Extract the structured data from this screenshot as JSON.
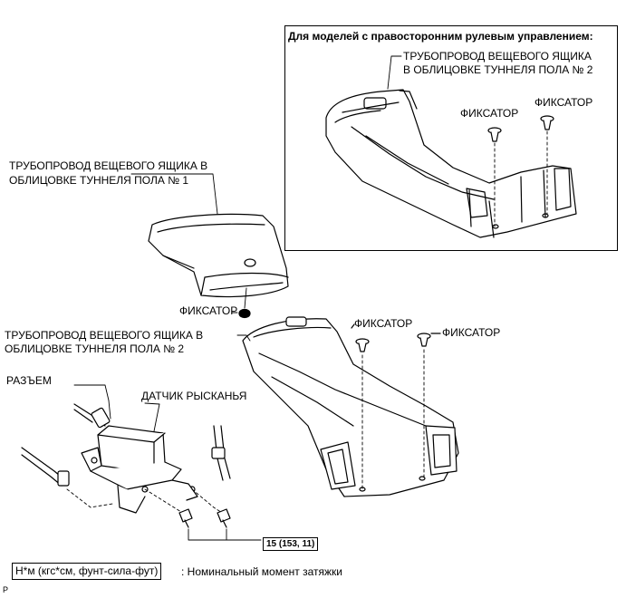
{
  "inset": {
    "title": "Для моделей с правосторонним рулевым управлением:",
    "duct_line1": "ТРУБОПРОВОД ВЕЩЕВОГО ЯЩИКА",
    "duct_line2": "В ОБЛИЦОВКЕ ТУННЕЛЯ ПОЛА № 2",
    "clip_left": "ФИКСАТОР",
    "clip_right": "ФИКСАТОР"
  },
  "main": {
    "duct1_line1": "ТРУБОПРОВОД ВЕЩЕВОГО ЯЩИКА В",
    "duct1_line2": "ОБЛИЦОВКЕ ТУННЕЛЯ ПОЛА № 1",
    "clip_center": "ФИКСАТОР",
    "duct2_line1": "ТРУБОПРОВОД ВЕЩЕВОГО ЯЩИКА В",
    "duct2_line2": "ОБЛИЦОВКЕ ТУННЕЛЯ ПОЛА № 2",
    "clip_a": "ФИКСАТОР",
    "clip_b": "ФИКСАТОР",
    "connector": "РАЗЪЕМ",
    "yaw_sensor": "ДАТЧИК РЫСКАНЬЯ",
    "torque": "15 (153, 11)"
  },
  "legend": {
    "unit_box": "Н*м (кгс*см, фунт-сила-фут)",
    "description": ": Номинальный момент затяжки"
  },
  "corner_mark": "P"
}
